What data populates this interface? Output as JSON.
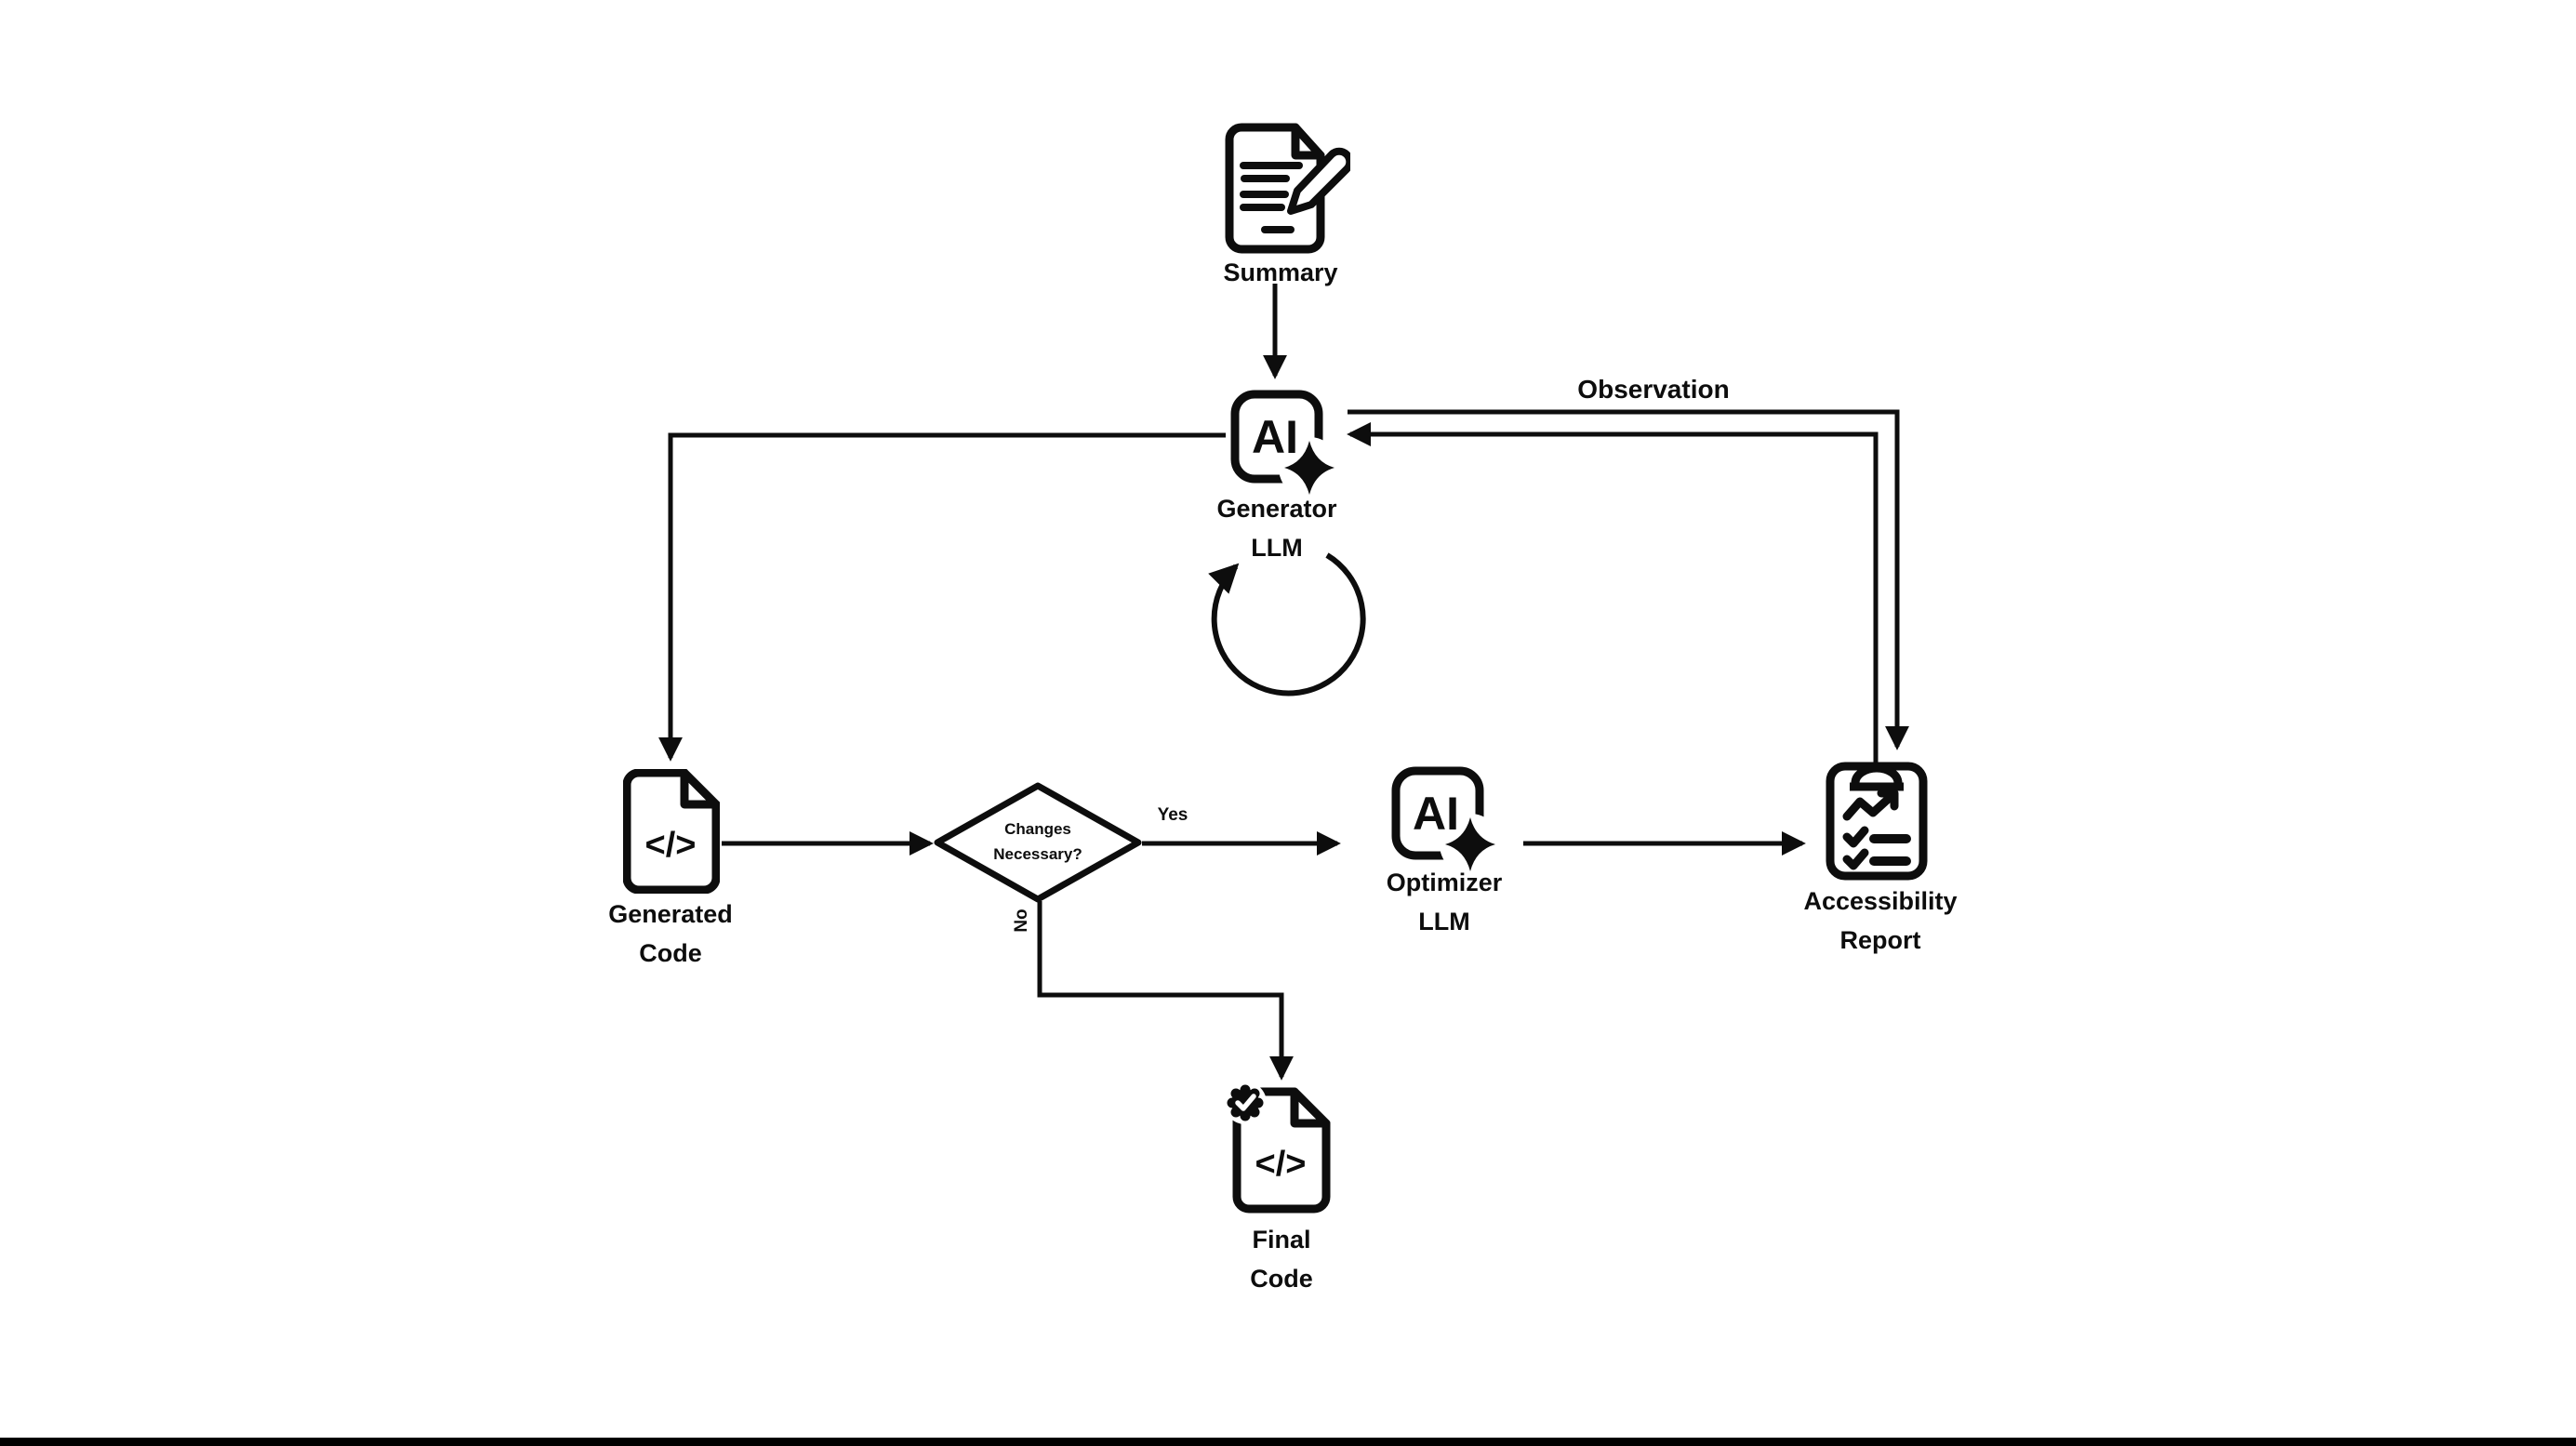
{
  "colors": {
    "ink": "#0d0d0d",
    "background": "#ffffff",
    "bottom_bar": "#000000"
  },
  "nodes": {
    "summary": {
      "label": "Summary"
    },
    "generator": {
      "label": "Generator\nLLM",
      "icon_text": "AI"
    },
    "generated_code": {
      "label": "Generated\nCode",
      "icon_text": "</>"
    },
    "decision": {
      "label": "Changes\nNecessary?"
    },
    "optimizer": {
      "label": "Optimizer\nLLM",
      "icon_text": "AI"
    },
    "accessibility_report": {
      "label": "Accessibility\nReport"
    },
    "final_code": {
      "label": "Final\nCode",
      "icon_text": "</>"
    }
  },
  "edge_labels": {
    "observation": "Observation",
    "yes": "Yes",
    "no": "No"
  }
}
